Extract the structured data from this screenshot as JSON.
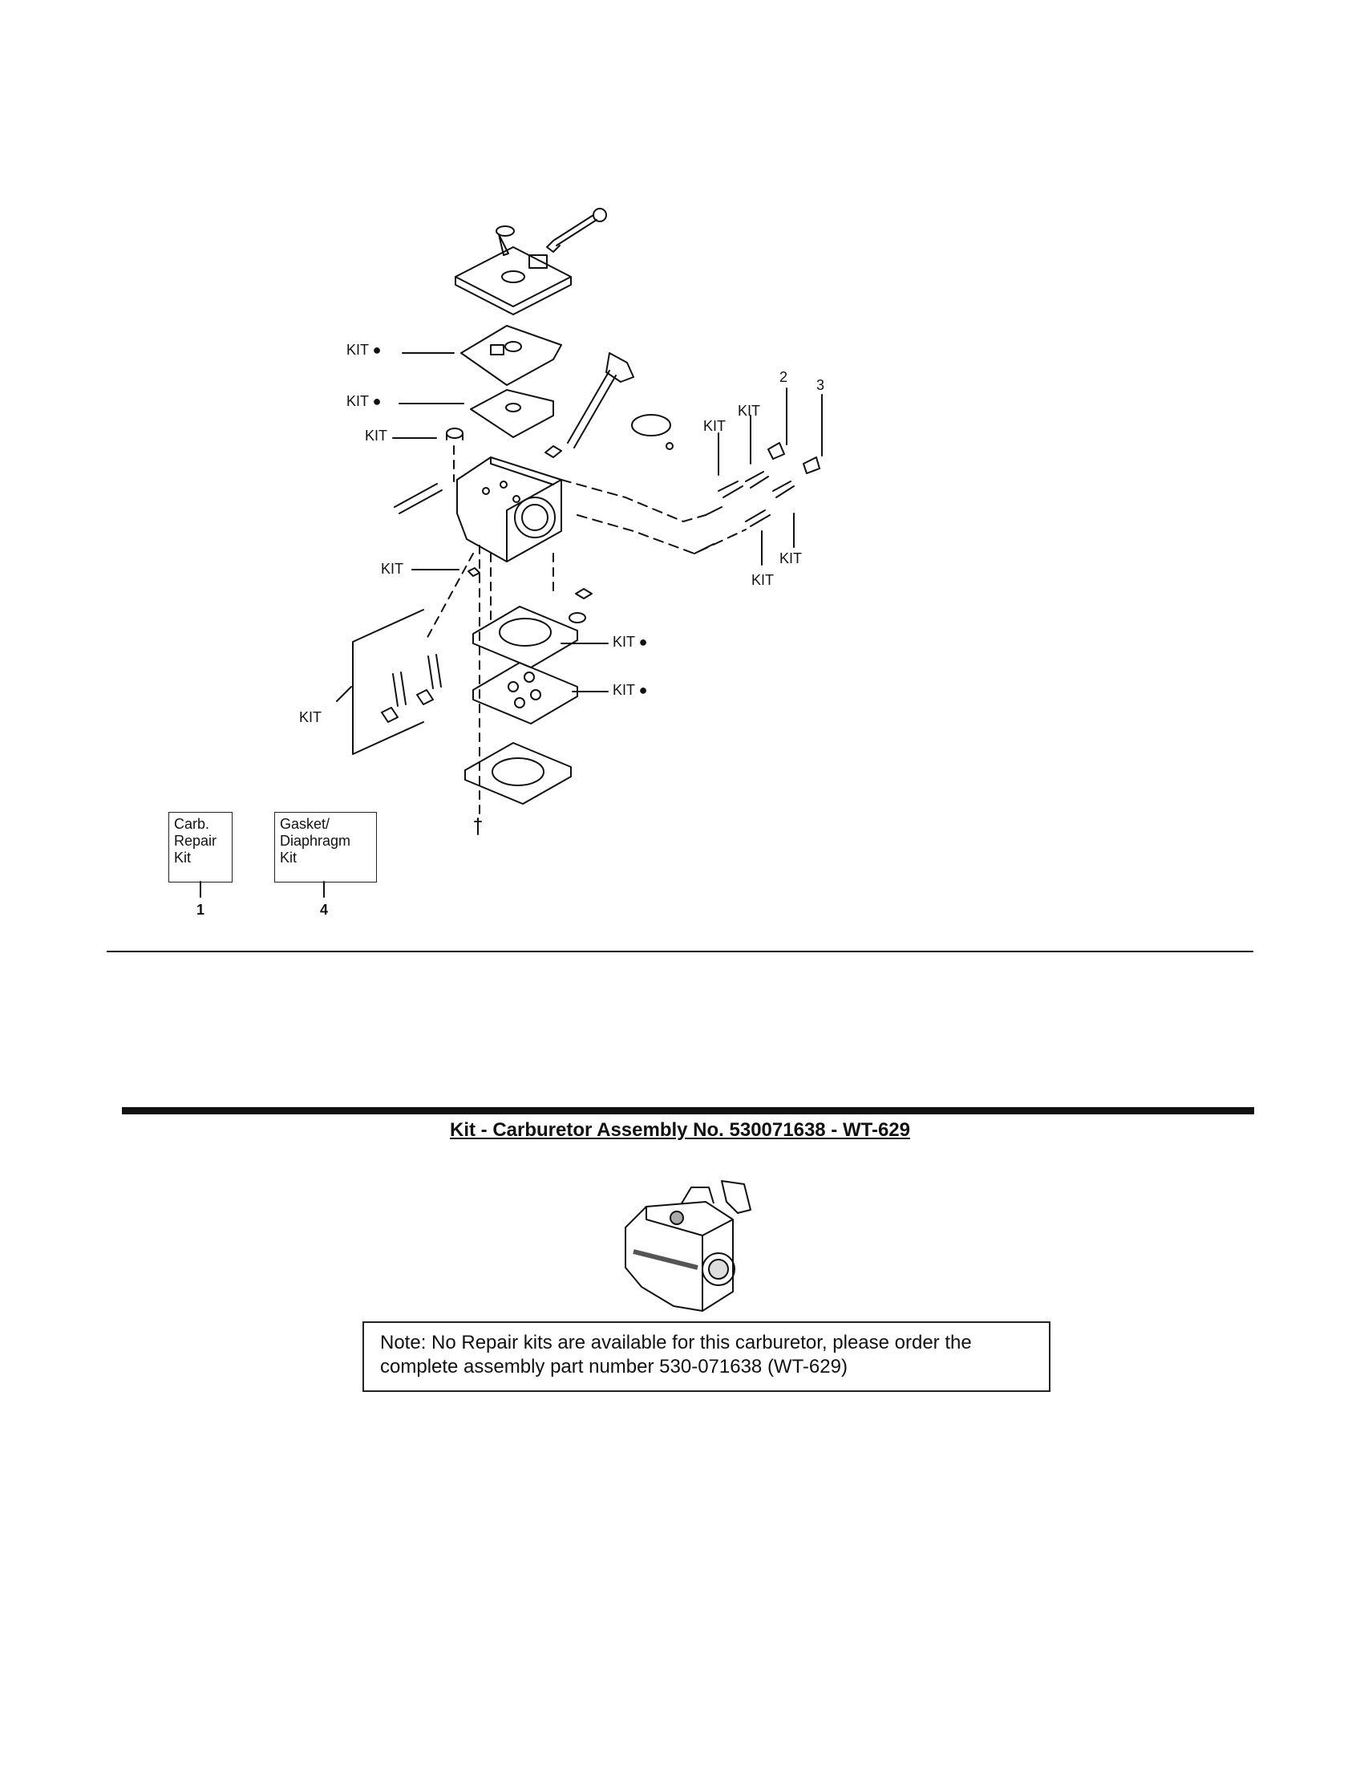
{
  "exploded_view": {
    "callouts": {
      "kit_dot_1": "KIT ●",
      "kit_dot_2": "KIT ●",
      "kit_3": "KIT",
      "kit_4": "KIT",
      "kit_5": "KIT",
      "kit_6": "KIT",
      "kit_7": "KIT",
      "kit_8": "KIT",
      "kit_dot_9": "KIT ●",
      "kit_dot_10": "KIT ●",
      "kit_11": "KIT",
      "num_2": "2",
      "num_3": "3"
    },
    "legend": [
      {
        "lines": [
          "Carb.",
          "Repair",
          "Kit"
        ],
        "ref": "1"
      },
      {
        "lines": [
          "Gasket/",
          "Diaphragm",
          "Kit"
        ],
        "ref": "4"
      }
    ]
  },
  "assembly": {
    "title": "Kit - Carburetor Assembly No. 530071638 - WT-629",
    "note_line1": "Note: No Repair kits are available for this carburetor, please order the",
    "note_line2": "complete assembly part number 530-071638 (WT-629)"
  }
}
